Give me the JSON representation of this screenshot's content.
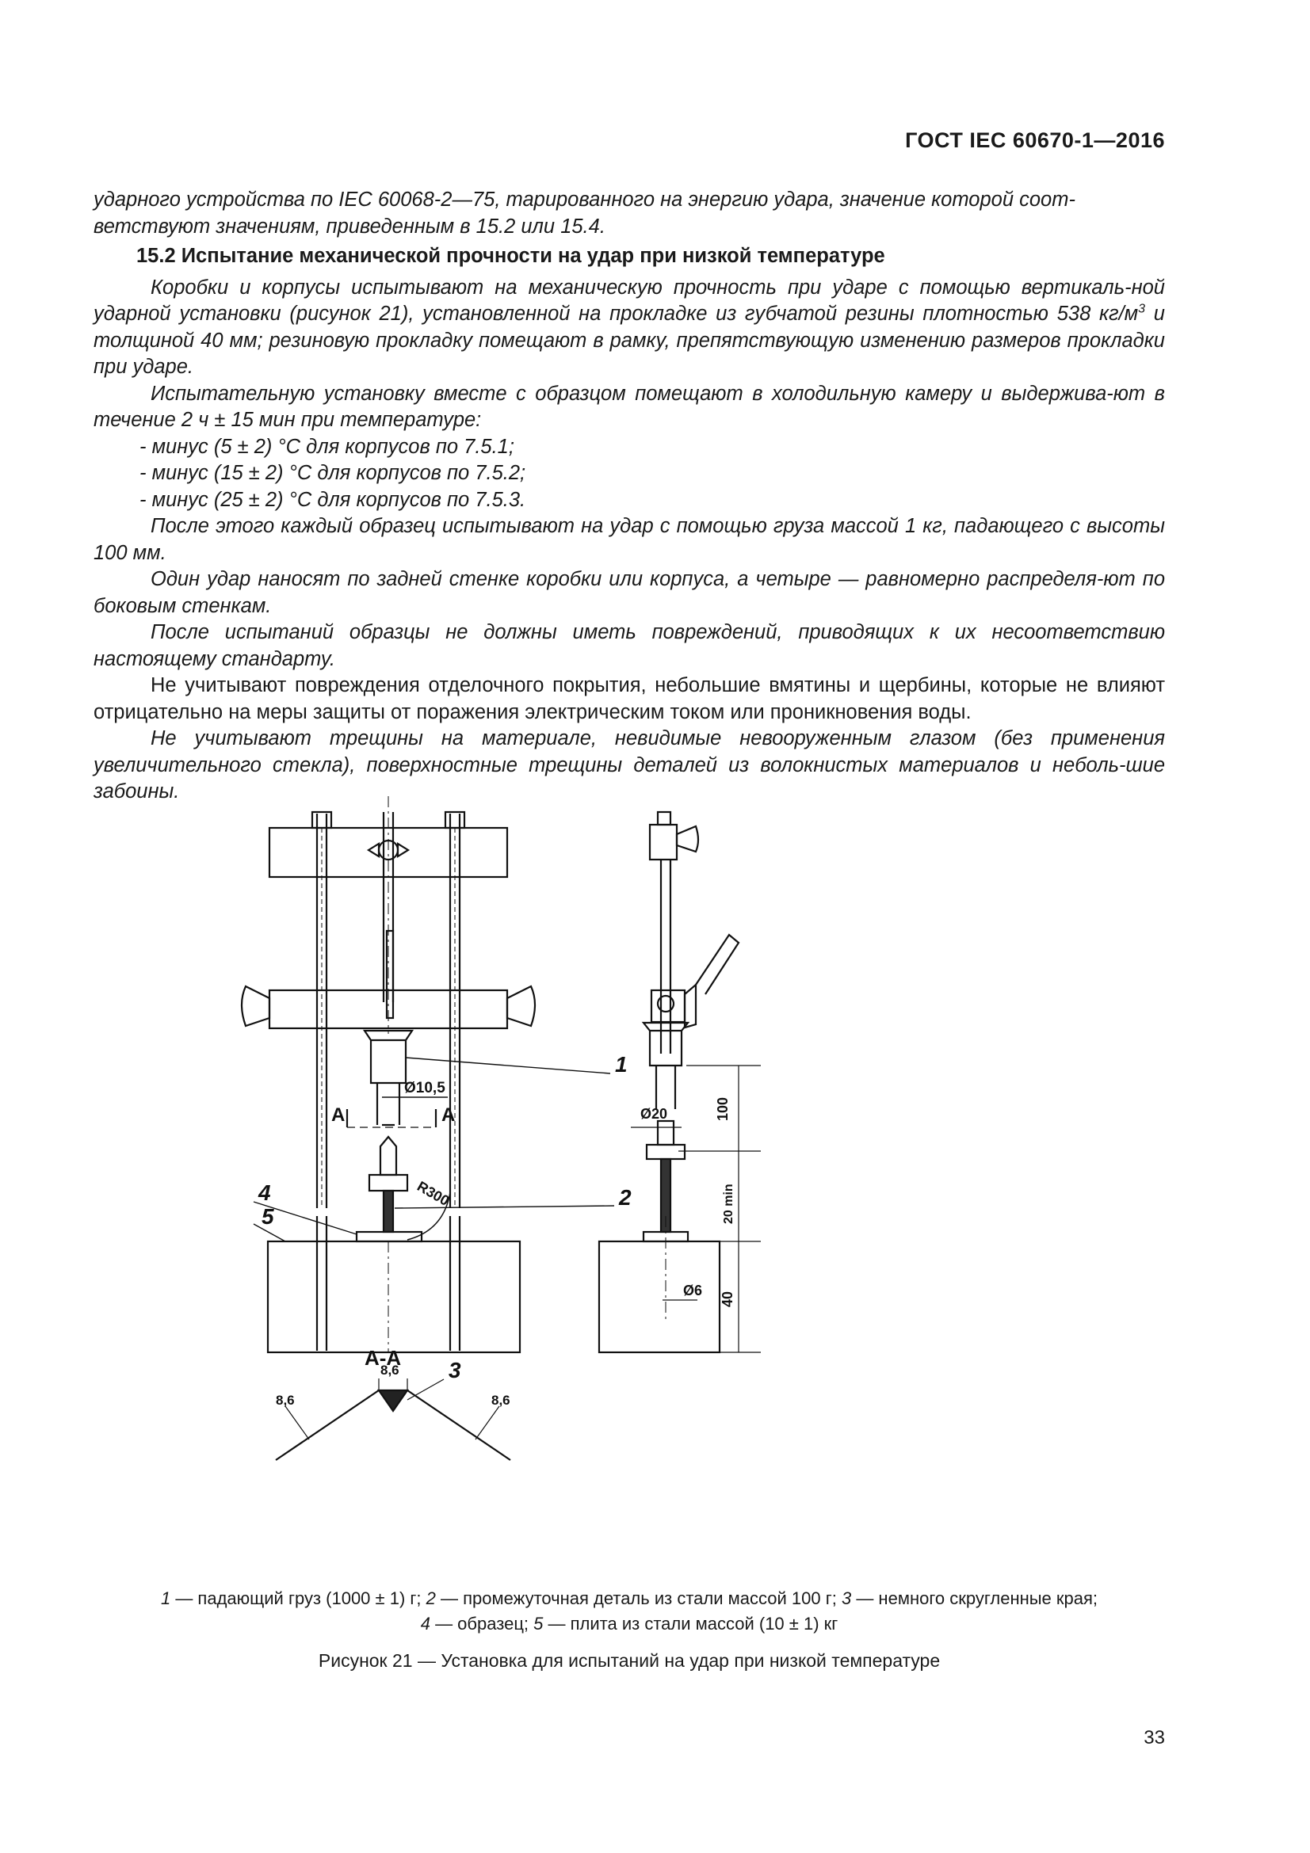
{
  "header": {
    "doc_id": "ГОСТ IEC 60670-1—2016"
  },
  "intro": {
    "line1": "ударного устройства по IEC 60068-2—75, тарированного на энергию удара, значение которой соот-",
    "line2": "ветствуют значениям, приведенным в 15.2 или 15.4."
  },
  "section": {
    "heading": "15.2 Испытание механической прочности на удар при низкой температуре"
  },
  "paragraphs": {
    "p1a": "Коробки и корпусы испытывают на механическую прочность при ударе с помощью вертикаль-ной ударной установки (рисунок 21), установленной на прокладке из губчатой резины плотностью 538 кг/м",
    "p1_sup": "3",
    "p1b": " и толщиной 40 мм; резиновую прокладку помещают в рамку, препятствующую изменению размеров прокладки при ударе.",
    "p2": "Испытательную установку вместе с образцом помещают в холодильную камеру и выдержива-ют в течение 2 ч ± 15 мин при температуре:",
    "list": [
      "- минус (5 ± 2) °С для корпусов по 7.5.1;",
      "- минус (15 ± 2) °С для корпусов по 7.5.2;",
      "- минус (25 ± 2) °С для корпусов по 7.5.3."
    ],
    "p3": "После этого каждый образец испытывают на удар с помощью груза массой 1 кг, падающего с высоты 100 мм.",
    "p4": "Один удар наносят по задней стенке коробки или корпуса, а четыре — равномерно распределя-ют по боковым стенкам.",
    "p5": "После испытаний образцы не должны иметь повреждений, приводящих к их несоответствию настоящему стандарту.",
    "p6": "Не учитывают повреждения отделочного покрытия, небольшие вмятины и щербины, которые не влияют отрицательно на меры защиты от поражения электрическим током или проникновения воды.",
    "p7": "Не учитывают трещины на материале, невидимые невооруженным глазом (без применения увеличительного стекла), поверхностные трещины деталей из волокнистых материалов и неболь-шие забоины."
  },
  "figure": {
    "labels": {
      "d10_5": "Ø10,5",
      "section_a": "А",
      "r300": "R300",
      "d20": "Ø20",
      "d6": "Ø6",
      "dim100": "100",
      "dim20min": "20 min",
      "dim40": "40",
      "aa": "А-А",
      "v86a": "8,6",
      "v86b": "8,6",
      "v86c": "8,6",
      "n1": "1",
      "n2": "2",
      "n3": "3",
      "n4": "4",
      "n5": "5"
    }
  },
  "legend": {
    "i1": "1",
    "t1": " — падающий груз (1000 ± 1) г; ",
    "i2": "2",
    "t2": " — промежуточная деталь из стали массой 100 г; ",
    "i3": "3",
    "t3": " — немного скругленные края;",
    "i4": "4",
    "t4": " — образец; ",
    "i5": "5",
    "t5": " — плита из стали массой (10 ± 1) кг"
  },
  "caption": "Рисунок 21 — Установка для испытаний на удар при низкой температуре",
  "page_number": "33"
}
